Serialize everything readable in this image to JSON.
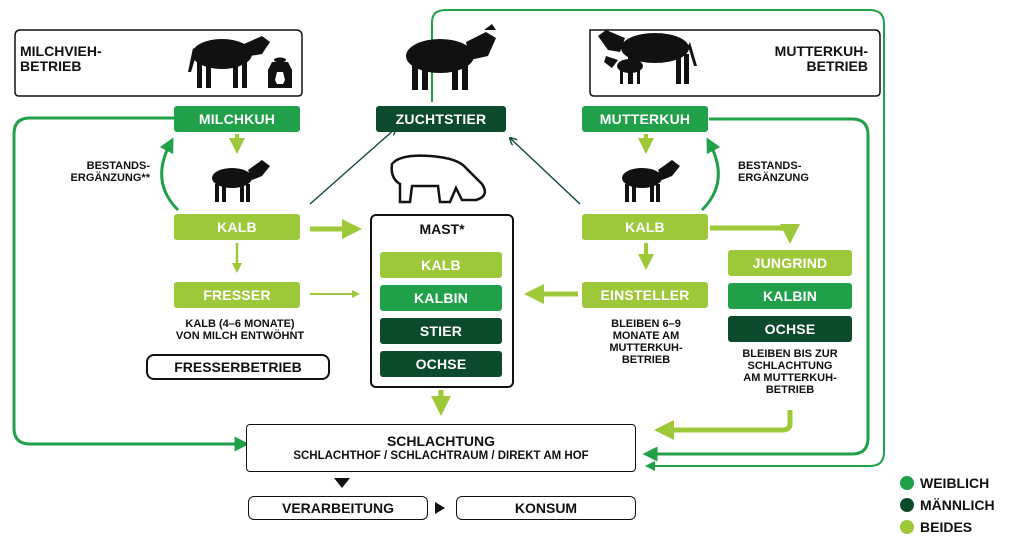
{
  "colors": {
    "female": "#21a04a",
    "male": "#0c4a2c",
    "both": "#9dc83a",
    "line": "#21a04a"
  },
  "farms": {
    "dairy": "MILCHVIEH-\nBETRIEB",
    "suckler": "MUTTERKUH-\nBETRIEB"
  },
  "nodes": {
    "milchkuh": "MILCHKUH",
    "zuchtstier": "ZUCHTSTIER",
    "mutterkuh": "MUTTERKUH",
    "kalb_left": "KALB",
    "kalb_right": "KALB",
    "fresser": "FRESSER",
    "einsteller": "EINSTELLER",
    "jungrind": "JUNGRIND",
    "kalbin_right": "KALBIN",
    "ochse_right": "OCHSE",
    "fresserbetrieb": "FRESSERBETRIEB"
  },
  "mast": {
    "title": "MAST*",
    "items": [
      "KALB",
      "KALBIN",
      "STIER",
      "OCHSE"
    ]
  },
  "notes": {
    "bestand_left": "BESTANDS-\nERGÄNZUNG**",
    "bestand_right": "BESTANDS-\nERGÄNZUNG",
    "fresser_desc": "KALB (4–6 MONATE)\nVON MILCH ENTWÖHNT",
    "einsteller_desc": "BLEIBEN 6–9\nMONATE AM\nMUTTERKUH-\nBETRIEB",
    "ochse_desc": "BLEIBEN BIS ZUR\nSCHLACHTUNG\nAM MUTTERKUH-\nBETRIEB"
  },
  "slaughter": {
    "title": "SCHLACHTUNG",
    "subtitle": "SCHLACHTHOF / SCHLACHTRAUM / DIREKT AM HOF"
  },
  "processing": "VERARBEITUNG",
  "consumption": "KONSUM",
  "legend": [
    "WEIBLICH",
    "MÄNNLICH",
    "BEIDES"
  ]
}
